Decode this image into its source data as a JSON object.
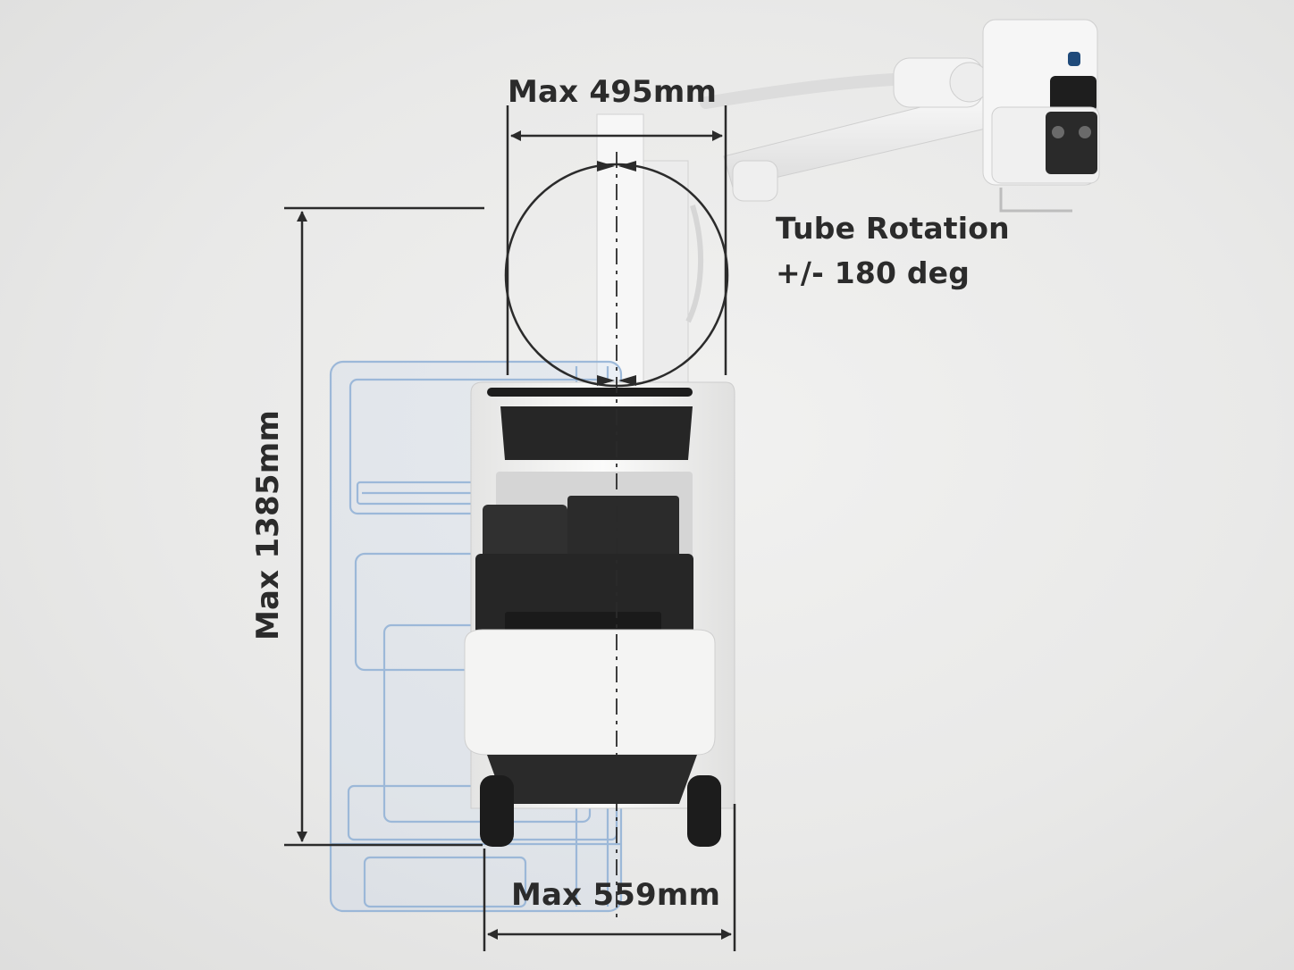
{
  "annotations": {
    "width_top": "Max 495mm",
    "width_bottom": "Max 559mm",
    "height": "Max 1385mm",
    "rotation_line1": "Tube Rotation",
    "rotation_line2": "+/- 180 deg"
  },
  "colors": {
    "dimension_line": "#2b2b2b",
    "ghost_outline": "#8fb0d6",
    "ghost_fill": "#bcd0ea",
    "device_body": "#f7f7f6",
    "device_dark": "#262626"
  }
}
